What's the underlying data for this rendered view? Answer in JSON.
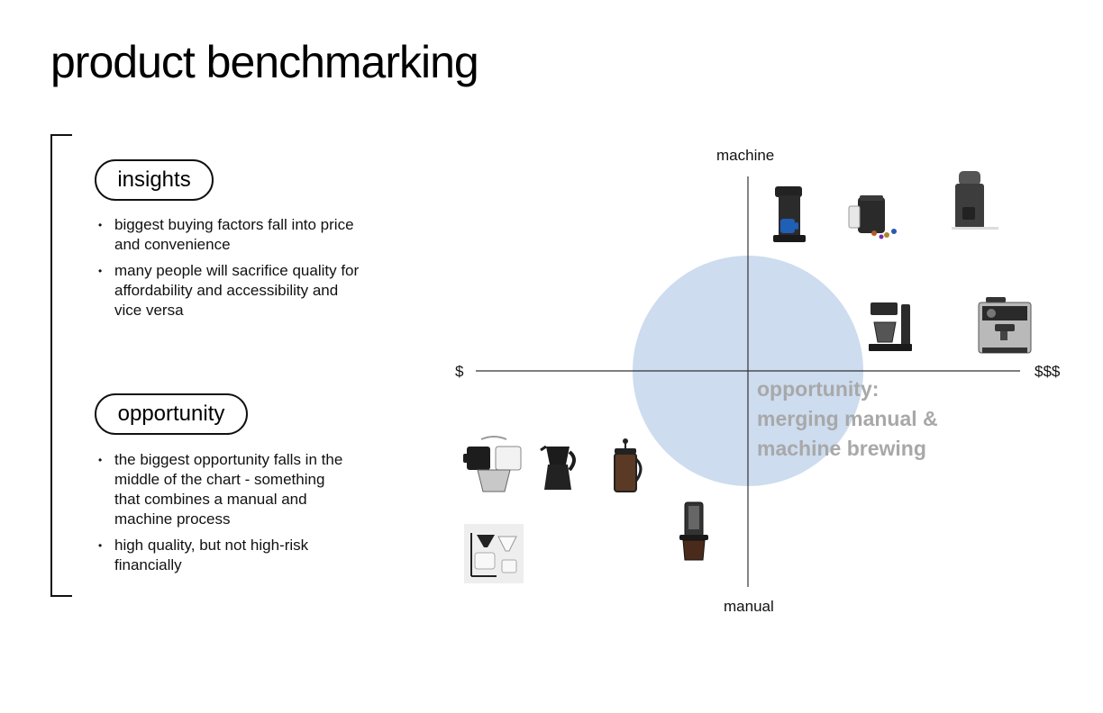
{
  "title": "product benchmarking",
  "insights": {
    "heading": "insights",
    "bullets": [
      "biggest buying factors fall into price and convenience",
      "many people will sacrifice quality for affordability and accessibility and vice versa"
    ]
  },
  "opportunity": {
    "heading": "opportunity",
    "bullets": [
      "the biggest opportunity falls in the middle of the chart - something that combines a manual and machine process",
      "high quality, but not high-risk financially"
    ]
  },
  "chart": {
    "axis_top": "machine",
    "axis_bottom": "manual",
    "axis_left": "$",
    "axis_right": "$$$",
    "opportunity_line1": "opportunity:",
    "opportunity_line2": "merging manual &",
    "opportunity_line3": "machine brewing",
    "circle_color": "#cddcef",
    "axis_color": "#333333",
    "products": [
      {
        "icon": "pod-coffee-maker-icon"
      },
      {
        "icon": "capsule-espresso-machine-icon"
      },
      {
        "icon": "grind-and-brew-machine-icon"
      },
      {
        "icon": "drip-coffee-maker-icon"
      },
      {
        "icon": "espresso-machine-icon"
      },
      {
        "icon": "moka-pot-with-cups-icon"
      },
      {
        "icon": "moka-pot-icon"
      },
      {
        "icon": "french-press-icon"
      },
      {
        "icon": "aeropress-icon"
      },
      {
        "icon": "pour-over-kit-icon"
      }
    ]
  }
}
